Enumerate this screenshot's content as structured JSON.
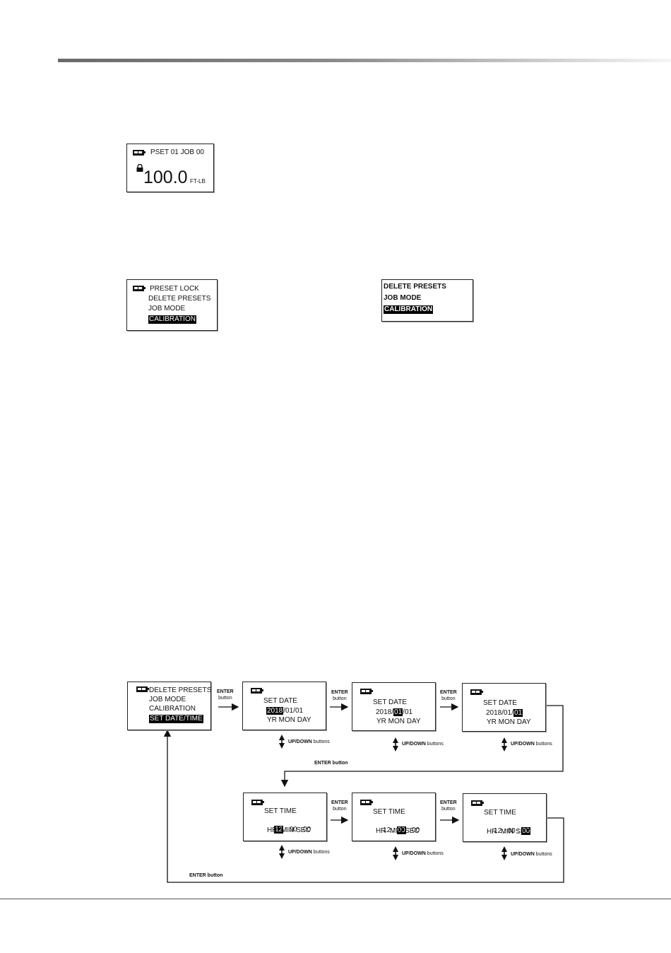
{
  "screen_main": {
    "header": "PSET 01   JOB 00",
    "value": "100.0",
    "unit": "FT-LB",
    "battery_icon": "battery-icon",
    "lock_icon": "lock-icon"
  },
  "menu_a": {
    "items": [
      "PRESET LOCK",
      "DELETE PRESETS",
      "JOB MODE",
      "CALIBRATION"
    ],
    "selected": "CALIBRATION"
  },
  "menu_b": {
    "items": [
      "DELETE PRESETS",
      "JOB MODE",
      "CALIBRATION"
    ],
    "selected": "CALIBRATION"
  },
  "flow": {
    "menu": {
      "items": [
        "DELETE PRESETS",
        "JOB MODE",
        "CALIBRATION",
        "SET DATE/TIME"
      ],
      "selected": "SET DATE/TIME"
    },
    "enter_word": "ENTER",
    "button_word": "button",
    "updown_bold": "UP/DOWN",
    "buttons_word": "buttons",
    "enter_button": "ENTER button",
    "date_title": "SET DATE",
    "date_year": "2018",
    "date_month": "01",
    "date_day": "01",
    "date_sep": "/",
    "date_labels": "YR  MON  DAY",
    "time_title": "SET TIME",
    "time_hr": "12",
    "time_min": "00",
    "time_sec": "00",
    "time_sep": " : ",
    "time_labels": "HR  MIN SEC"
  }
}
